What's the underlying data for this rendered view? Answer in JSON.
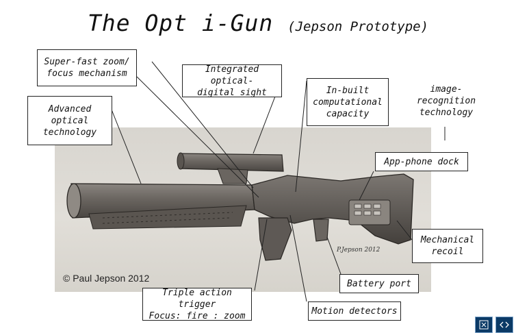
{
  "title": {
    "main": "The Opt i-Gun",
    "sub": "(Jepson Prototype)"
  },
  "credit": "© Paul Jepson 2012",
  "signature": "P.Jepson 2012",
  "labels": {
    "zoom": "Super-fast zoom/\nfocus mechanism",
    "sight": "Integrated optical-\ndigital sight",
    "compute": "In-built\ncomputational\ncapacity",
    "image_recognition": "image-\nrecognition\ntechnology",
    "optical": "Advanced\noptical\ntechnology",
    "app_dock": "App-phone dock",
    "recoil": "Mechanical\nrecoil",
    "battery": "Battery port",
    "trigger": "Triple action trigger\nFocus: fire : zoom",
    "motion": "Motion detectors"
  },
  "controls": {
    "fullscreen_icon": "fullscreen-icon",
    "arrows_icon": "arrows-icon"
  }
}
